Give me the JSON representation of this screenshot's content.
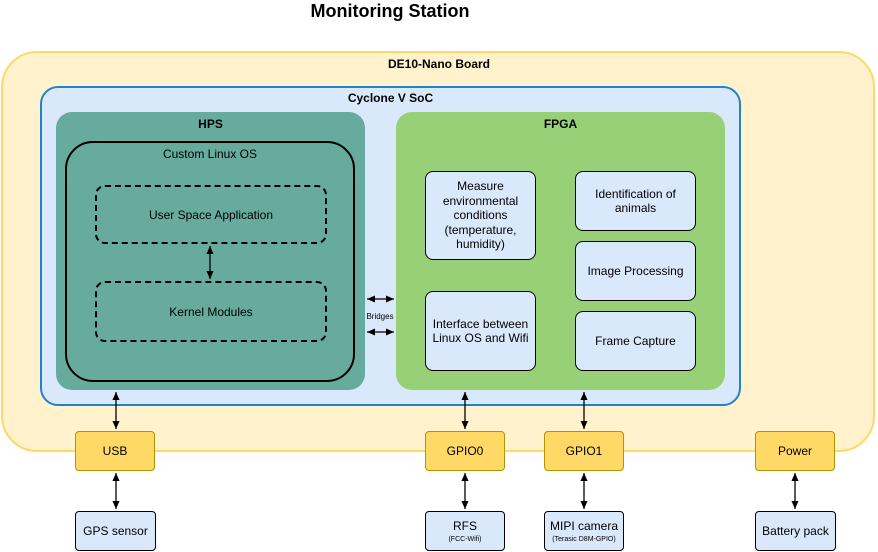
{
  "title": "Monitoring Station",
  "board": {
    "label": "DE10-Nano Board"
  },
  "soc": {
    "label": "Cyclone V SoC"
  },
  "hps": {
    "label": "HPS",
    "os_label": "Custom Linux OS",
    "user_space": "User Space Application",
    "kernel": "Kernel Modules"
  },
  "bridges_label": "Bridges",
  "fpga": {
    "label": "FPGA",
    "measure": "Measure environmental conditions (temperature, humidity)",
    "interface": "Interface between Linux OS and Wifi",
    "identification": "Identification of animals",
    "image_processing": "Image Processing",
    "frame_capture": "Frame Capture"
  },
  "ports": {
    "usb": "USB",
    "gpio0": "GPIO0",
    "gpio1": "GPIO1",
    "power": "Power"
  },
  "devices": {
    "gps": "GPS sensor",
    "rfs": "RFS",
    "rfs_sub": "(FCC-Wifi)",
    "camera": "MIPI camera",
    "camera_sub": "(Terasic D8M-GPIO)",
    "battery": "Battery pack"
  },
  "colors": {
    "board_fill": "#fff2cc",
    "board_stroke": "#ffd966",
    "soc_fill": "#dae8fc",
    "soc_stroke": "#1f84c8",
    "hps_fill": "#67ab9f",
    "fpga_fill": "#97d077",
    "port_fill": "#ffd966",
    "device_fill": "#dae8fc"
  }
}
